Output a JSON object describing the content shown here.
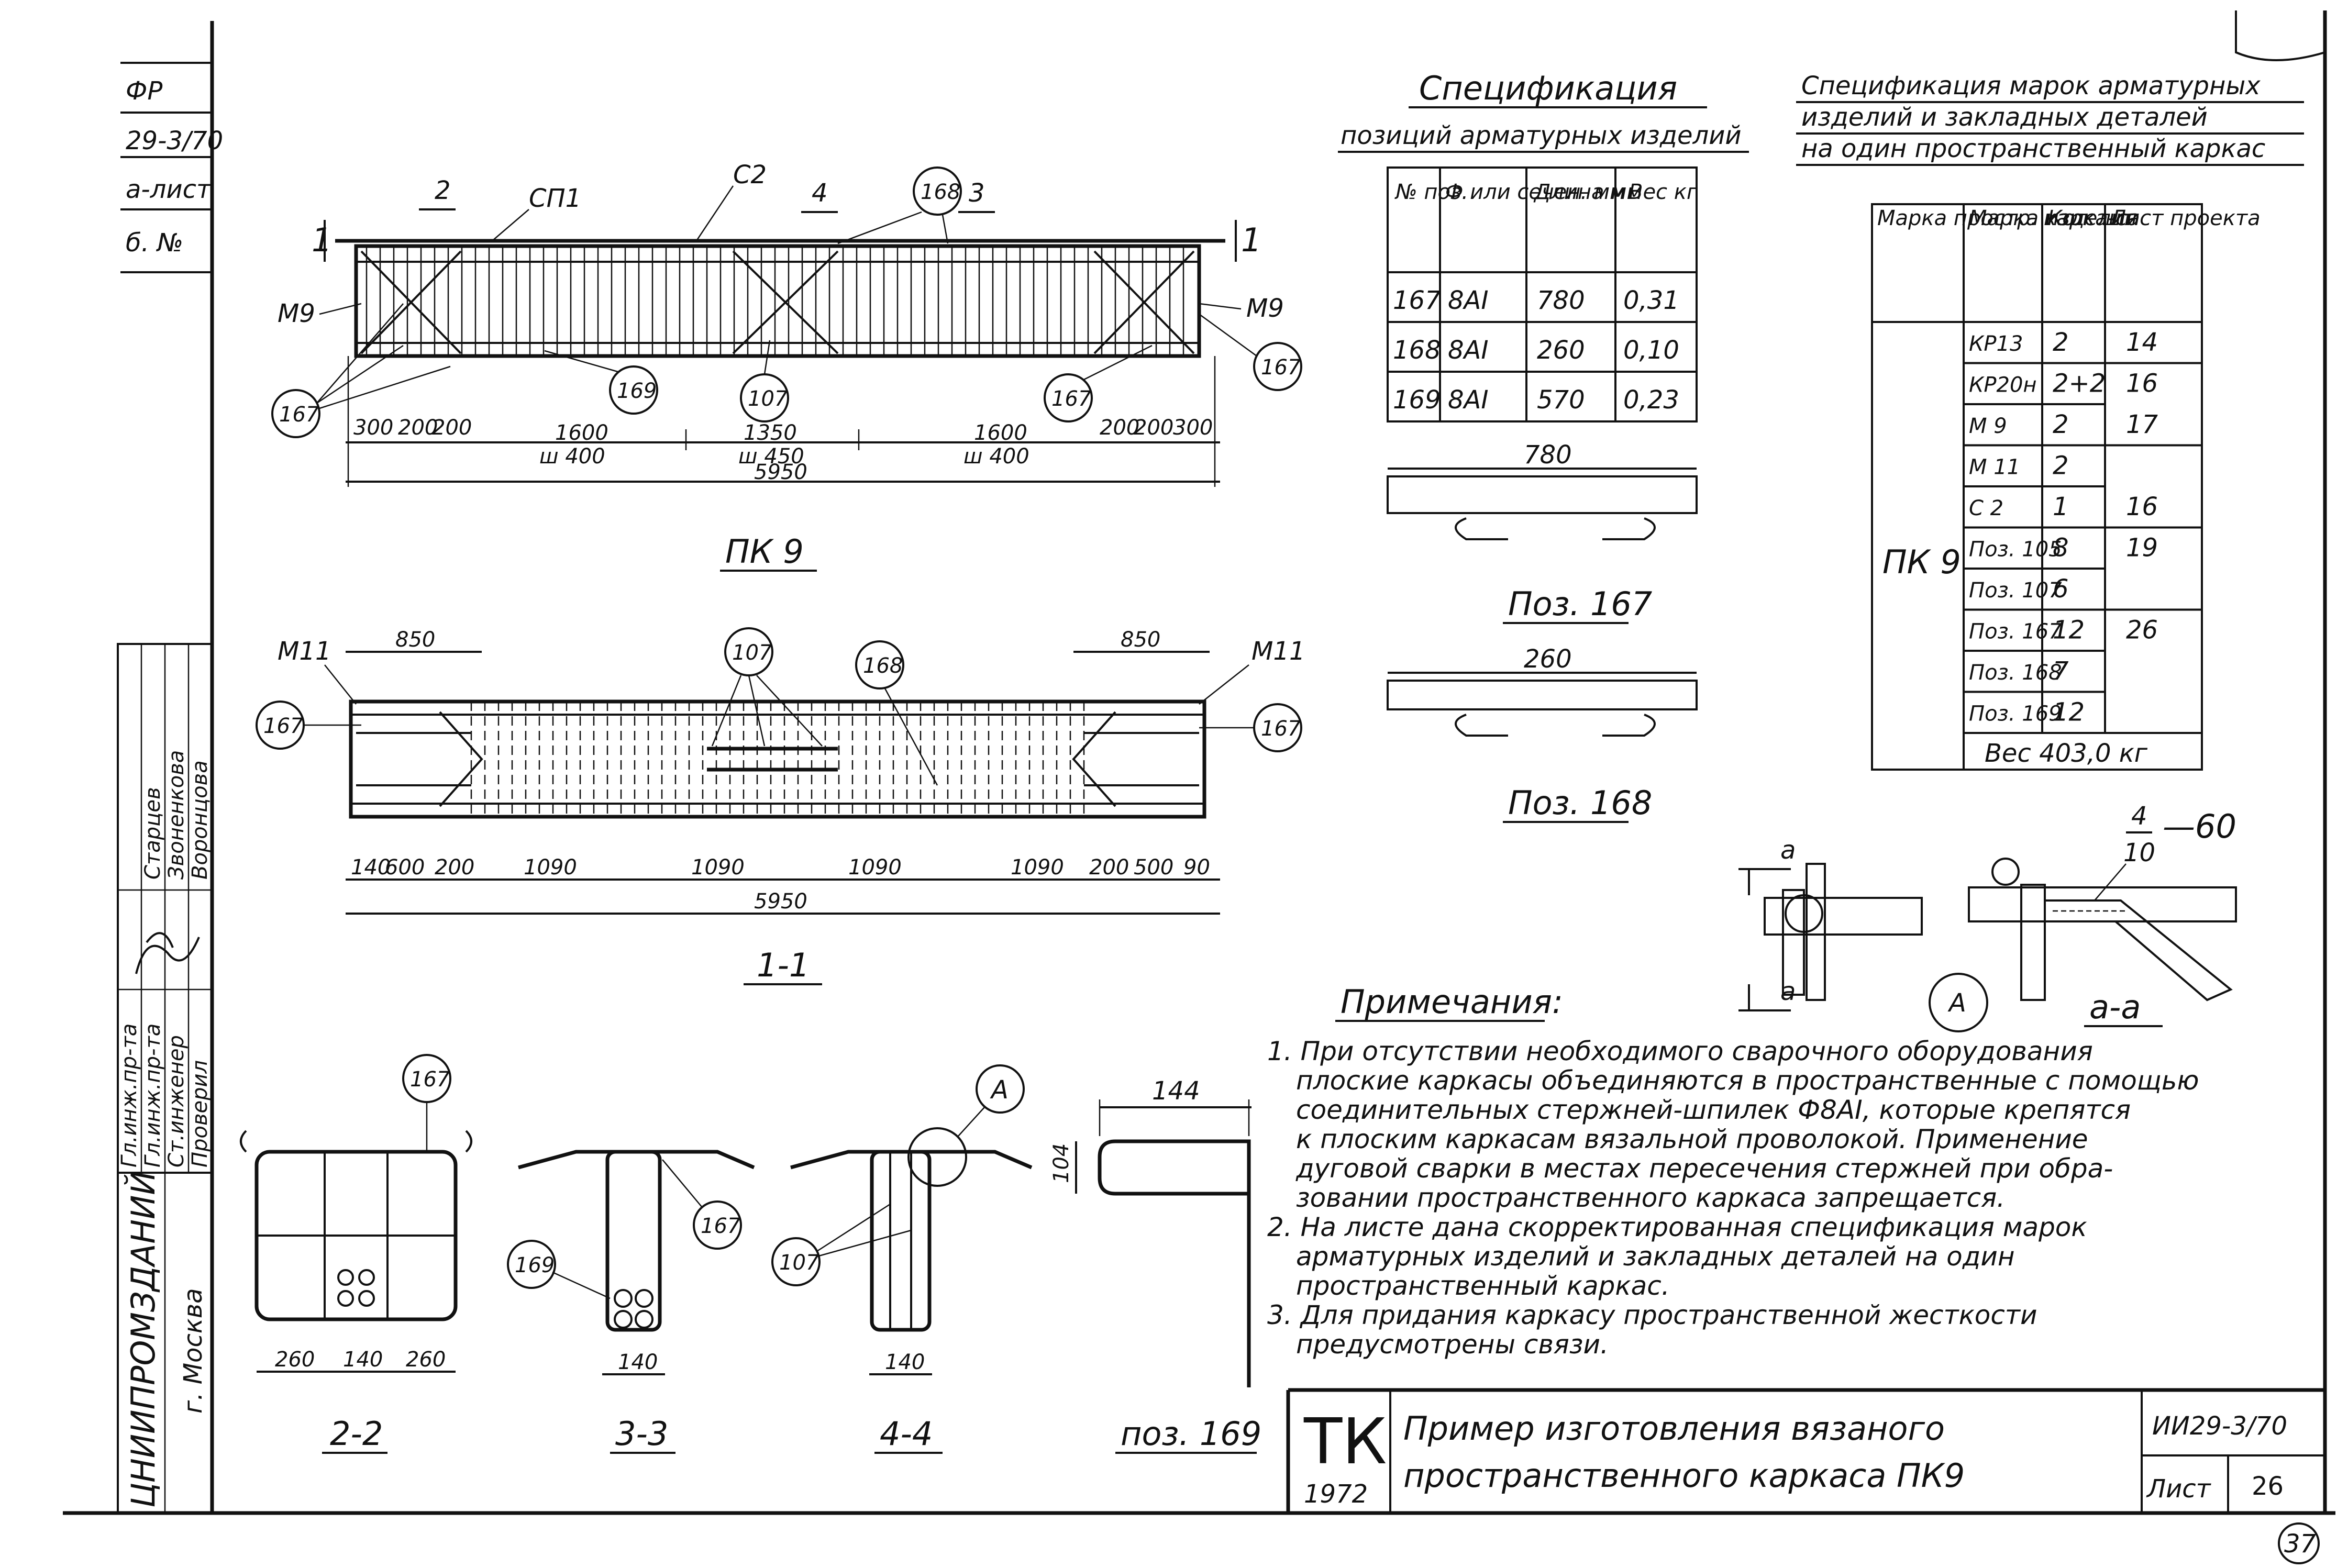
{
  "left_stamp": {
    "codes": [
      "ФР",
      "29-3/70",
      "а-лист",
      "б. №"
    ],
    "roles": [
      "Гл.инж.пр-та",
      "Гл.инж.пр-та",
      "Ст.инженер",
      "Проверил"
    ],
    "names": [
      "Старцев",
      "Звоненкова",
      "Воронцова",
      ""
    ],
    "org": "ЦНИИПРОМЗДАНИЙ",
    "city": "г. Москва"
  },
  "frame_view": {
    "title": "ПК 9",
    "labels": {
      "sp1": "СП1",
      "c2": "С2",
      "m9": "М9",
      "cut": "1"
    },
    "section_marks": [
      "2",
      "4",
      "3"
    ],
    "dims_small": [
      "300",
      "200",
      "200",
      "200",
      "200",
      "300"
    ],
    "dims_main": [
      "1600",
      "1350",
      "1600"
    ],
    "dims_sub": [
      "ш 400",
      "ш 450",
      "ш 400"
    ],
    "dim_total": "5950",
    "callouts": [
      "167",
      "168",
      "169",
      "107"
    ]
  },
  "section_11": {
    "title": "1-1",
    "labels": {
      "m11": "М11"
    },
    "dims_top": [
      "850",
      "850"
    ],
    "dims_small": [
      "140",
      "600",
      "200",
      "200",
      "500",
      "90"
    ],
    "dims_main": [
      "1090",
      "1090",
      "1090",
      "1090"
    ],
    "dim_total": "5950",
    "callouts": [
      "167",
      "107",
      "168"
    ]
  },
  "sections": [
    {
      "title": "2-2",
      "dims": [
        "260",
        "140",
        "260"
      ],
      "callout": "167"
    },
    {
      "title": "3-3",
      "dims": [
        "140"
      ],
      "callouts": [
        "169",
        "167"
      ]
    },
    {
      "title": "4-4",
      "dims": [
        "140"
      ],
      "callouts": [
        "107",
        "А"
      ]
    }
  ],
  "pos169": {
    "title": "поз. 169",
    "dim_w": "144",
    "dim_h": "104"
  },
  "spec1": {
    "title": "Спецификация",
    "subtitle": "позиций арматурных изделий",
    "headers": [
      "№ поз.",
      "Ф или сечен. мм",
      "Длина мм",
      "Вес кг"
    ],
    "rows": [
      [
        "167",
        "8АI",
        "780",
        "0,31"
      ],
      [
        "168",
        "8АI",
        "260",
        "0,10"
      ],
      [
        "169",
        "8АI",
        "570",
        "0,23"
      ]
    ]
  },
  "pos_details": [
    {
      "title": "Поз. 167",
      "length": "780"
    },
    {
      "title": "Поз. 168",
      "length": "260"
    }
  ],
  "spec2": {
    "title": "Спецификация марок арматурных изделий и закладных деталей на один пространственный каркас",
    "headers": [
      "Марка простр. карка-са",
      "Марка изделия",
      "Кол. шт",
      "Лист проекта"
    ],
    "group": "ПК 9",
    "rows": [
      [
        "КР13",
        "2",
        "14"
      ],
      [
        "КР20н",
        "2+2",
        "16"
      ],
      [
        "М 9",
        "2",
        "17"
      ],
      [
        "М 11",
        "2",
        ""
      ],
      [
        "С 2",
        "1",
        "16"
      ],
      [
        "Поз. 105",
        "8",
        "19"
      ],
      [
        "Поз. 107",
        "6",
        ""
      ],
      [
        "Поз. 167",
        "12",
        "26"
      ],
      [
        "Поз. 168",
        "7",
        ""
      ],
      [
        "Поз. 169",
        "12",
        ""
      ]
    ],
    "weight": "Вес 403,0 кг"
  },
  "detail_a": {
    "cut_label": "а",
    "circle": "А",
    "title": "а-а",
    "frac_num": "4",
    "frac_den": "10",
    "frac_suffix": "—60"
  },
  "notes": {
    "title": "Примечания:",
    "items": [
      "1. При отсутствии необходимого сварочного оборудования",
      "плоские каркасы объединяются в пространственные с помощью",
      "соединительных стержней-шпилек Ф8АI, которые крепятся",
      "к плоским каркасам вязальной проволокой. Применение",
      "дуговой сварки в местах пересечения стержней при обра-",
      "зовании пространственного каркаса запрещается.",
      "2. На листе дана скорректированная спецификация марок",
      "арматурных изделий и закладных деталей на один",
      "пространственный каркас.",
      "3. Для придания каркасу пространственной жесткости",
      "предусмотрены связи."
    ]
  },
  "title_block": {
    "tk": "ТК",
    "year": "1972",
    "title_line1": "Пример изготовления вязаного",
    "title_line2": "пространственного каркаса ПК9",
    "code": "ИИ29-3/70",
    "sheet_label": "Лист",
    "sheet_no": "26"
  },
  "page_number": "37"
}
